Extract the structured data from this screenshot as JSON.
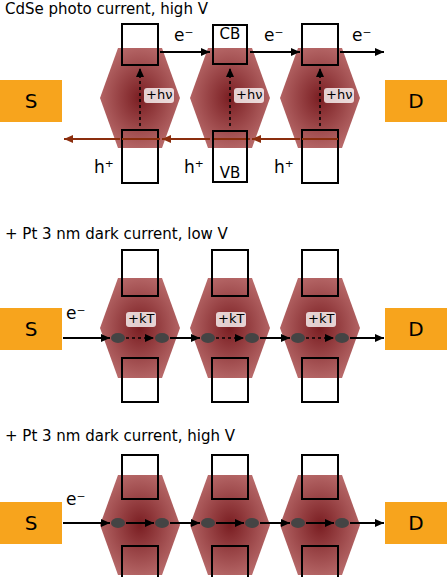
{
  "diagram": {
    "nodes": [
      {
        "text": [
          "CB"
        ]
      },
      {
        "text": [
          "S"
        ]
      },
      {
        "text": [
          "D"
        ]
      },
      {
        "text": [
          "VB"
        ]
      },
      {
        "text": [
          "S"
        ]
      },
      {
        "text": [
          "D"
        ]
      },
      {
        "text": [
          "S"
        ]
      },
      {
        "text": [
          "D"
        ]
      }
    ],
    "labels": [
      "CdSe photo current, high V",
      "e⁻",
      "e⁻",
      "e⁻",
      "+hν",
      "+hν",
      "+hν",
      "h⁺",
      "h⁺",
      "h⁺",
      "+ Pt 3 nm dark current, low V",
      "e⁻",
      "+kT",
      "+kT",
      "+kT",
      "+ Pt 3 nm dark current, high V",
      "e⁻"
    ]
  }
}
